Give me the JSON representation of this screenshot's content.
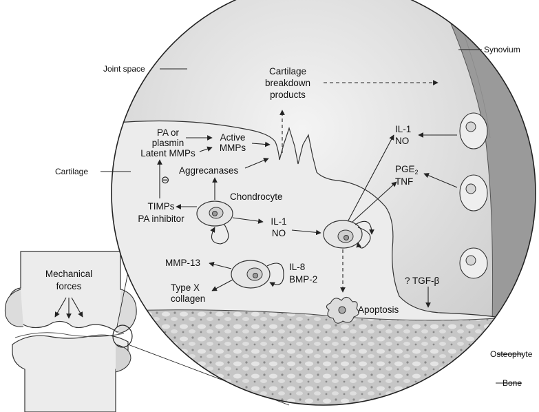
{
  "labels": {
    "joint_space": "Joint space",
    "synovium": "Synovium",
    "cartilage": "Cartilage",
    "osteophyte": "Osteophyte",
    "bone": "Bone",
    "breakdown_1": "Cartilage",
    "breakdown_2": "breakdown",
    "breakdown_3": "products",
    "pa_1": "PA or",
    "pa_2": "plasmin",
    "latent_mmps": "Latent MMPs",
    "active_1": "Active",
    "active_2": "MMPs",
    "aggrecanases": "Aggrecanases",
    "inhibit_sign": "⊖",
    "timps": "TIMPs",
    "pa_inhibitor": "PA inhibitor",
    "chondrocyte": "Chondrocyte",
    "il1_center": "IL-1",
    "no_center": "NO",
    "il1_right": "IL-1",
    "no_right": "NO",
    "pge": "PGE",
    "pge_sub": "2",
    "tnf": "TNF",
    "mmp13": "MMP-13",
    "typex_1": "Type X",
    "typex_2": "collagen",
    "il8": "IL-8",
    "bmp2": "BMP-2",
    "apoptosis": "Apoptosis",
    "tgf": "? TGF-β",
    "mech_1": "Mechanical",
    "mech_2": "forces"
  },
  "colors": {
    "joint_space": "#dcdcdc",
    "cartilage": "#eeeeee",
    "synovium": "#9a9a9a",
    "bone": "#bdbdbd",
    "cell": "#e6e6e6"
  }
}
